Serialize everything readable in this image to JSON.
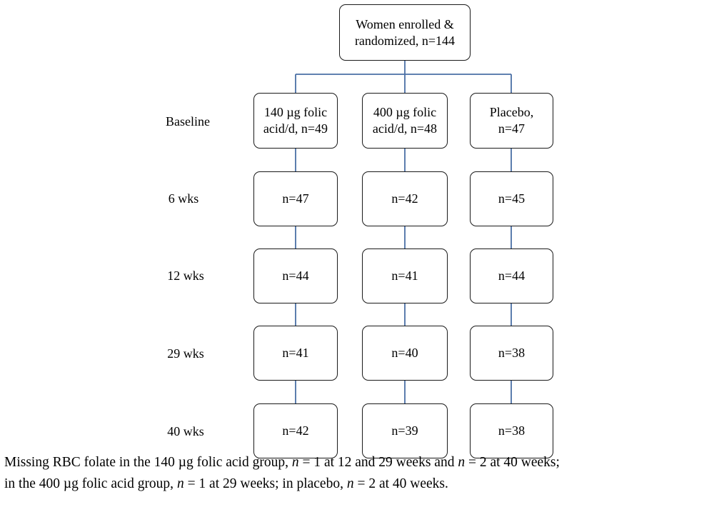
{
  "top_box": {
    "line1": "Women enrolled &",
    "line2": "randomized, n=144"
  },
  "row_labels": [
    "Baseline",
    "6 wks",
    "12 wks",
    "29 wks",
    "40 wks"
  ],
  "groups": [
    {
      "baseline_line1": "140 µg folic",
      "baseline_line2": "acid/d, n=49",
      "counts": [
        "n=47",
        "n=44",
        "n=41",
        "n=42"
      ]
    },
    {
      "baseline_line1": "400 µg folic",
      "baseline_line2": "acid/d, n=48",
      "counts": [
        "n=42",
        "n=41",
        "n=40",
        "n=39"
      ]
    },
    {
      "baseline_line1": "Placebo,",
      "baseline_line2": "n=47",
      "counts": [
        "n=45",
        "n=44",
        "n=38",
        "n=38"
      ]
    }
  ],
  "note": {
    "p1": "Missing RBC folate in the 140 µg folic acid group, ",
    "n1": "n",
    "p2": " = 1 at 12 and 29 weeks and ",
    "n2": "n",
    "p3": " = 2 at 40 weeks;",
    "p4": "in the 400 µg folic acid group, ",
    "n3": "n",
    "p5": " = 1 at 29 weeks; in placebo, ",
    "n4": "n",
    "p6": " = 2 at 40 weeks."
  },
  "colors": {
    "connector": "#4a6fa5",
    "border": "#1a1a1a"
  }
}
